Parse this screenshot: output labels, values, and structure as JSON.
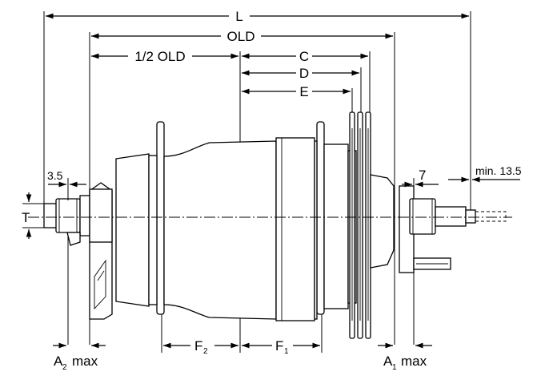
{
  "dimensions": {
    "L": "L",
    "OLD": "OLD",
    "half_OLD": "1/2 OLD",
    "C": "C",
    "D": "D",
    "E": "E",
    "T": "T",
    "left_axle_len": "3.5",
    "right_axle_len": "7",
    "right_min": "min. 13.5",
    "F2_main": "F",
    "F2_sub": "2",
    "F1_main": "F",
    "F1_sub": "1",
    "A2_main": "A",
    "A2_sub": "2",
    "A2_suffix": "max",
    "A1_main": "A",
    "A1_sub": "1",
    "A1_suffix": "max"
  }
}
